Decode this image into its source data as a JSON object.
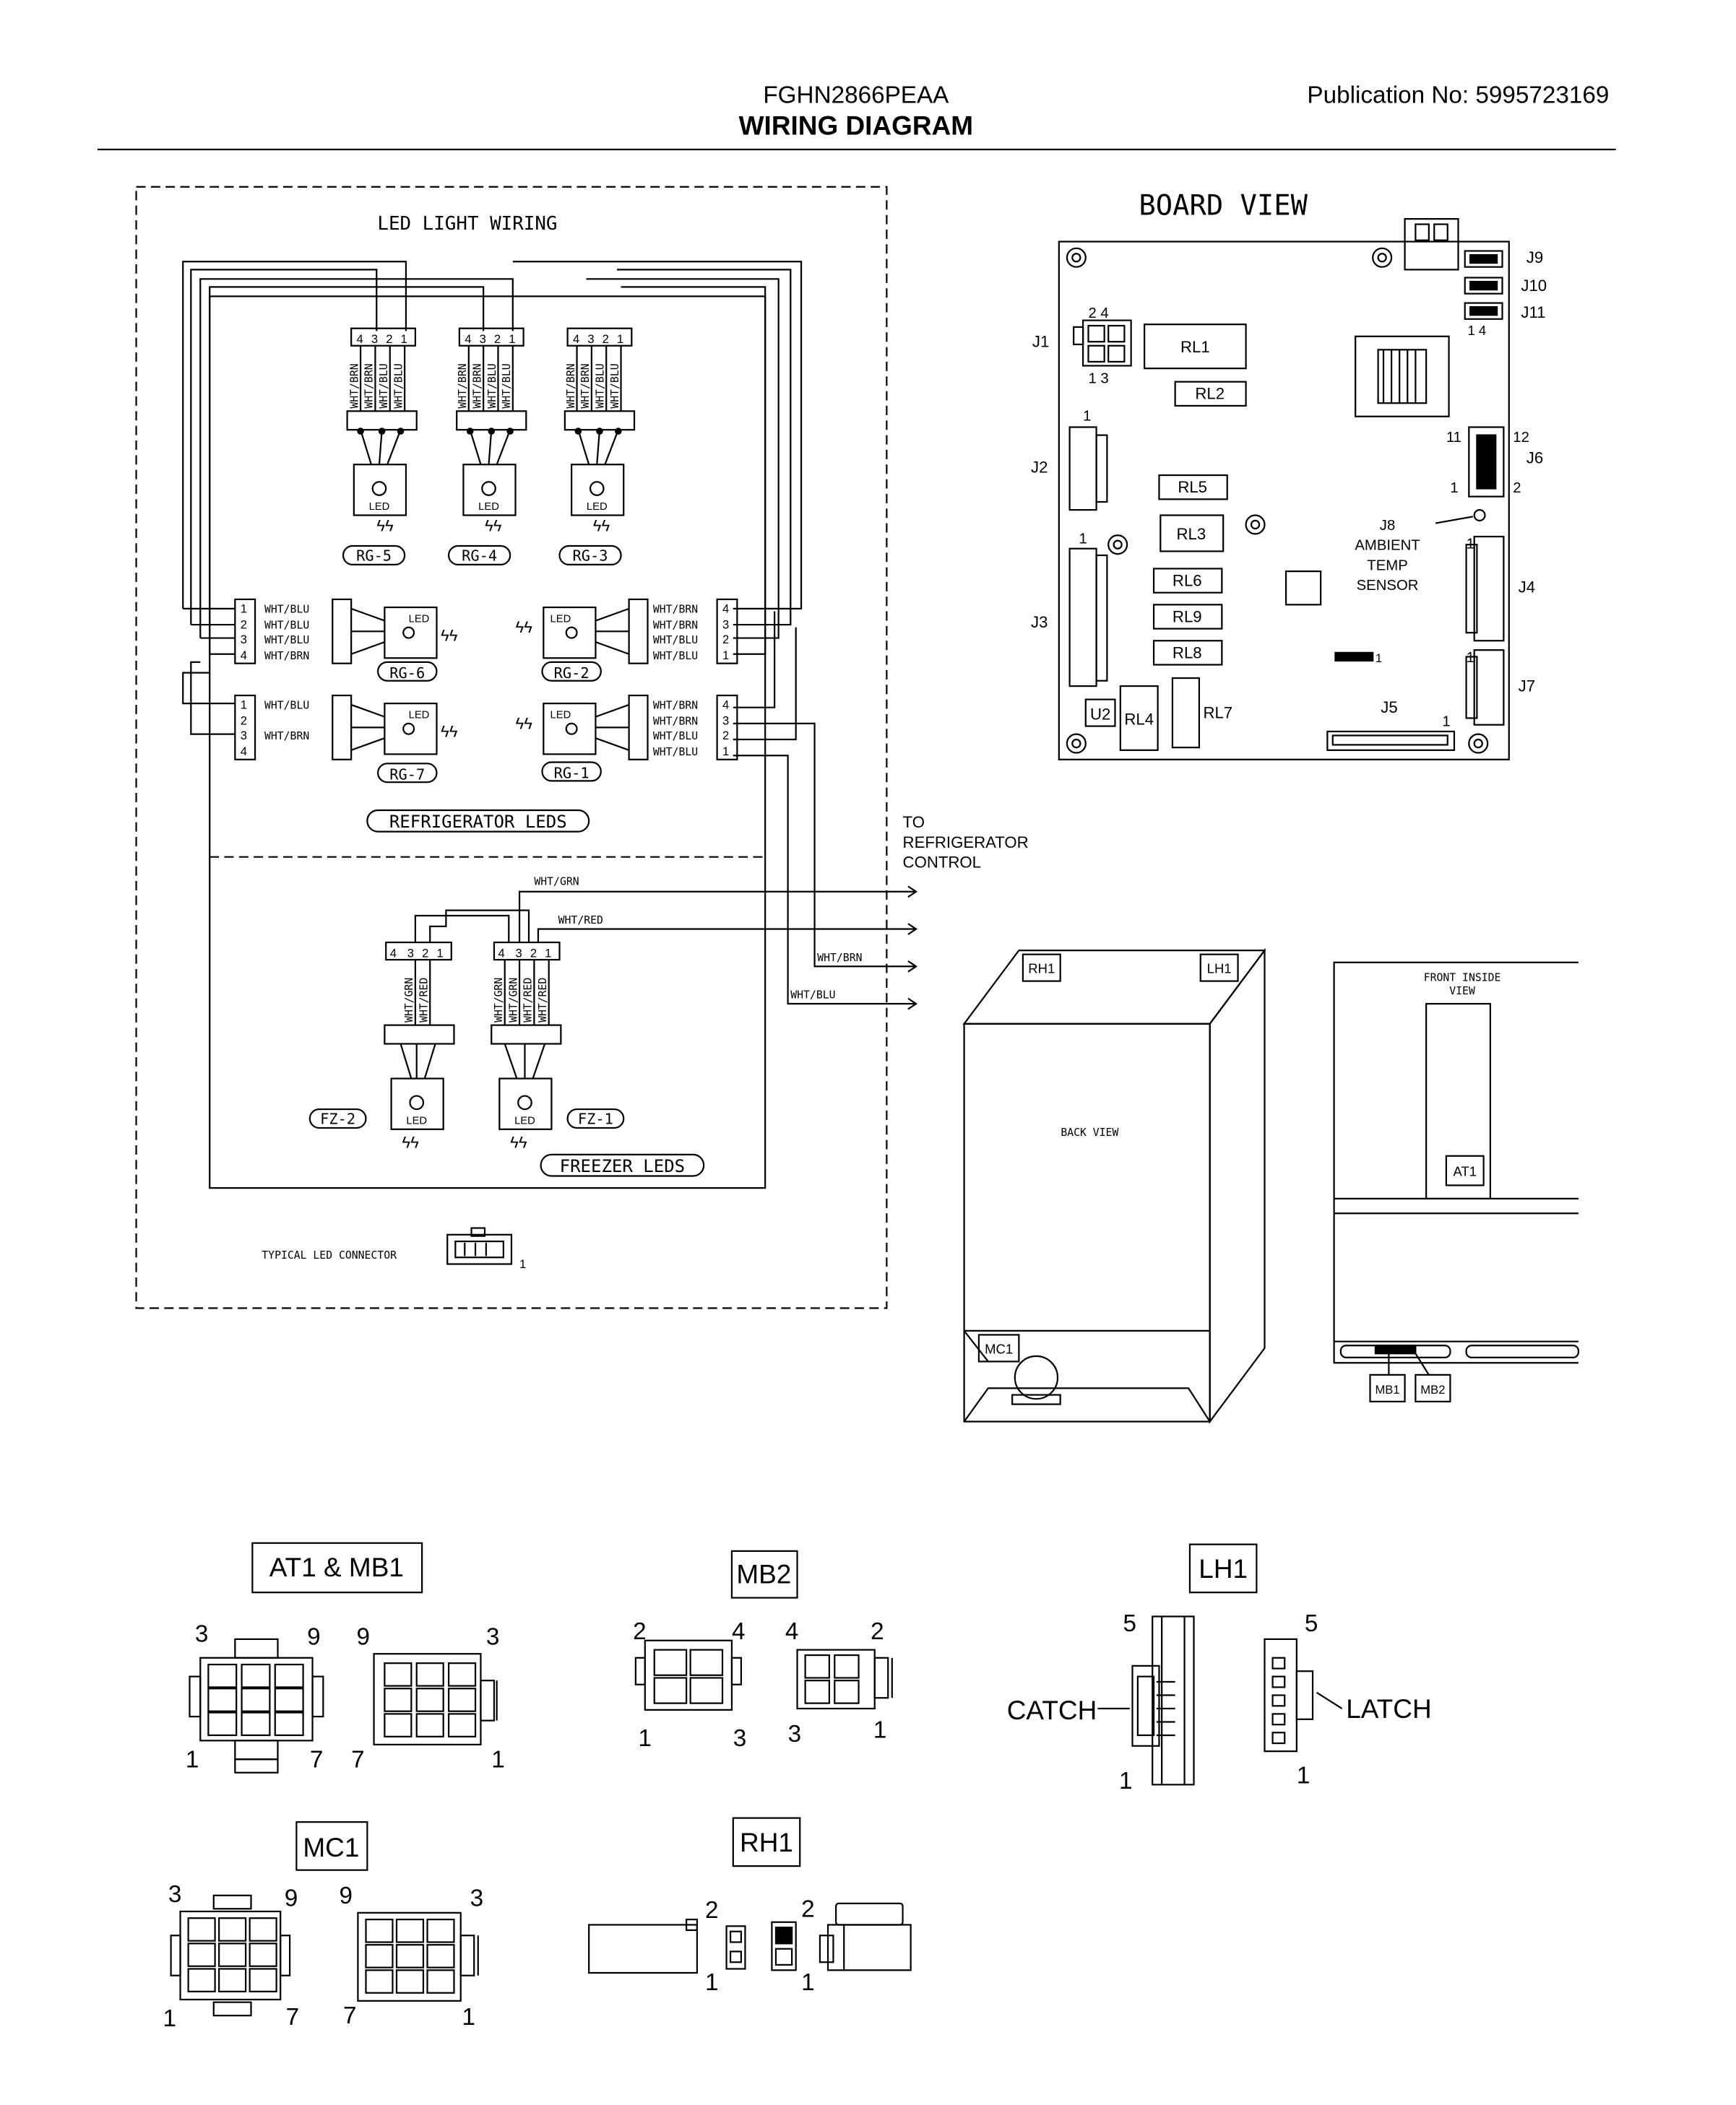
{
  "header": {
    "model": "FGHN2866PEAA",
    "title": "WIRING DIAGRAM",
    "publication": "Publication No:  5995723169"
  },
  "led_wiring": {
    "title": "LED LIGHT WIRING",
    "top_wires": [
      "WHT/BRN",
      "WHT/BRN",
      "WHT/BLU",
      "WHT/BLU"
    ],
    "pins_desc": [
      "4",
      "3",
      "2",
      "1"
    ],
    "pins_asc": [
      "1",
      "2",
      "3",
      "4"
    ],
    "led_label": "LED",
    "top_groups": [
      "RG-5",
      "RG-4",
      "RG-3"
    ],
    "left_wires": [
      "WHT/BLU",
      "WHT/BLU",
      "WHT/BLU",
      "WHT/BRN"
    ],
    "left_wires_lower": [
      "WHT/BLU",
      "WHT/BRN"
    ],
    "right_wires": [
      "WHT/BRN",
      "WHT/BRN",
      "WHT/BLU",
      "WHT/BLU"
    ],
    "side_groups": [
      "RG-6",
      "RG-2",
      "RG-7",
      "RG-1"
    ],
    "refrigerator_leds": "REFRIGERATOR LEDS",
    "to_control": [
      "TO",
      "REFRIGERATOR",
      "CONTROL"
    ],
    "freezer_wires": [
      "WHT/GRN",
      "WHT/RED"
    ],
    "fz1_wires": [
      "WHT/GRN",
      "WHT/GRN",
      "WHT/RED",
      "WHT/RED"
    ],
    "out_wires": [
      "WHT/GRN",
      "WHT/RED",
      "WHT/BRN",
      "WHT/BLU"
    ],
    "fz_groups": [
      "FZ-2",
      "FZ-1"
    ],
    "freezer_leds": "FREEZER LEDS",
    "typical_connector": "TYPICAL LED CONNECTOR",
    "typical_pin": "1"
  },
  "board_view": {
    "title": "BOARD VIEW",
    "connectors": [
      "J1",
      "J2",
      "J3",
      "J4",
      "J5",
      "J6",
      "J7",
      "J8",
      "J9",
      "J10",
      "J11"
    ],
    "relays": [
      "RL1",
      "RL2",
      "RL3",
      "RL4",
      "RL5",
      "RL6",
      "RL7",
      "RL8",
      "RL9"
    ],
    "u2": "U2",
    "sensor": [
      "AMBIENT",
      "TEMP",
      "SENSOR"
    ],
    "pins": {
      "j1_top": "2  4",
      "j1_bot": "1  3",
      "j11": "1   4",
      "one": "1",
      "two": "2",
      "eleven": "11",
      "twelve": "12"
    }
  },
  "back_view": {
    "label": "BACK VIEW",
    "rh1": "RH1",
    "lh1": "LH1",
    "mc1": "MC1"
  },
  "front_view": {
    "label": [
      "FRONT INSIDE",
      "VIEW"
    ],
    "at1": "AT1",
    "mb1": "MB1",
    "mb2": "MB2"
  },
  "connector_details": {
    "at1_mb1": {
      "title": "AT1  &  MB1",
      "pins_a": [
        "3",
        "9",
        "1",
        "7"
      ],
      "pins_b": [
        "9",
        "3",
        "7",
        "1"
      ]
    },
    "mb2": {
      "title": "MB2",
      "pins_a": [
        "2",
        "4",
        "1",
        "3"
      ],
      "pins_b": [
        "4",
        "2",
        "3",
        "1"
      ]
    },
    "lh1": {
      "title": "LH1",
      "catch": "CATCH",
      "latch": "LATCH",
      "pins": [
        "5",
        "1",
        "5",
        "1"
      ]
    },
    "mc1": {
      "title": "MC1",
      "pins_a": [
        "3",
        "9",
        "1",
        "7"
      ],
      "pins_b": [
        "9",
        "3",
        "7",
        "1"
      ]
    },
    "rh1": {
      "title": "RH1",
      "pins": [
        "2",
        "1",
        "2",
        "1"
      ]
    }
  }
}
